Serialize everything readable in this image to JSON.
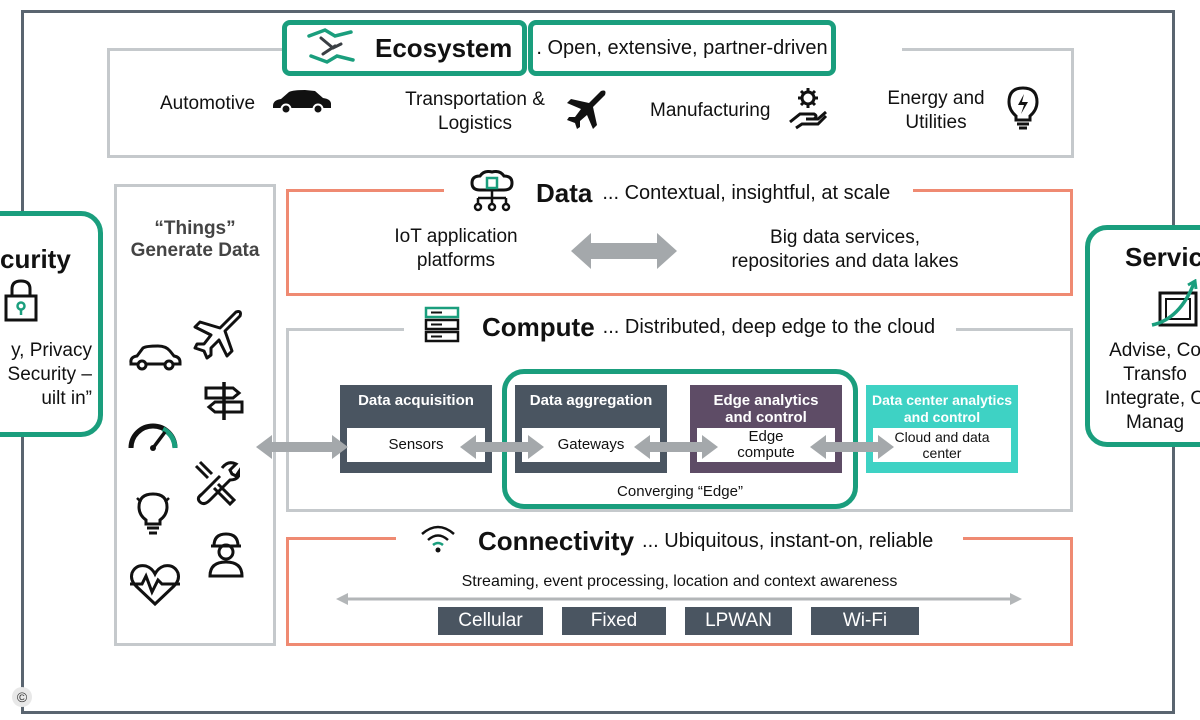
{
  "colors": {
    "teal": "#1a9e7d",
    "salmon": "#ef8a72",
    "slate": "#4a5561",
    "purple": "#5e4c66",
    "aqua": "#3ed2c4",
    "gray_border": "#c5c9cc"
  },
  "ecosystem": {
    "title": "Ecosystem",
    "subtitle": ". Open, extensive, partner-driven",
    "icon": "handshake-icon",
    "industries": [
      {
        "label": "Automotive",
        "icon": "car-icon"
      },
      {
        "label": "Transportation & Logistics",
        "icon": "airplane-icon"
      },
      {
        "label": "Manufacturing",
        "icon": "gear-hand-icon"
      },
      {
        "label": "Energy and Utilities",
        "icon": "lightbulb-icon"
      }
    ]
  },
  "security": {
    "title": "curity",
    "body": "y, Privacy\nSecurity –\nuilt in”",
    "icon": "lock-icon"
  },
  "services": {
    "title": "Servic",
    "body": "Advise, Co\nTransfo\nIntegrate, O\nManag",
    "icon": "growth-chart-icon"
  },
  "things": {
    "title": "“Things”\nGenerate Data",
    "icons": [
      "car-icon",
      "airplane-icon",
      "signpost-icon",
      "gauge-icon",
      "tools-icon",
      "lightbulb-icon",
      "worker-icon",
      "heartbeat-icon"
    ]
  },
  "data_layer": {
    "title": "Data",
    "subtitle": "... Contextual, insightful, at scale",
    "icon": "network-icon",
    "left": "IoT application\nplatforms",
    "right": "Big data services,\nrepositories and data lakes"
  },
  "compute_layer": {
    "title": "Compute",
    "subtitle": "... Distributed, deep edge to the cloud",
    "icon": "server-icon",
    "blocks": [
      {
        "title": "Data acquisition",
        "inner": "Sensors"
      },
      {
        "title": "Data aggregation",
        "inner": "Gateways"
      },
      {
        "title": "Edge analytics and control",
        "inner": "Edge compute"
      },
      {
        "title": "Data center analytics and control",
        "inner": "Cloud and data center"
      }
    ],
    "converging": "Converging “Edge”"
  },
  "connectivity_layer": {
    "title": "Connectivity",
    "subtitle": "... Ubiquitous, instant-on, reliable",
    "icon": "wifi-icon",
    "streaming": "Streaming, event processing, location and context awareness",
    "options": [
      "Cellular",
      "Fixed",
      "LPWAN",
      "Wi-Fi"
    ]
  },
  "copyright": "©"
}
